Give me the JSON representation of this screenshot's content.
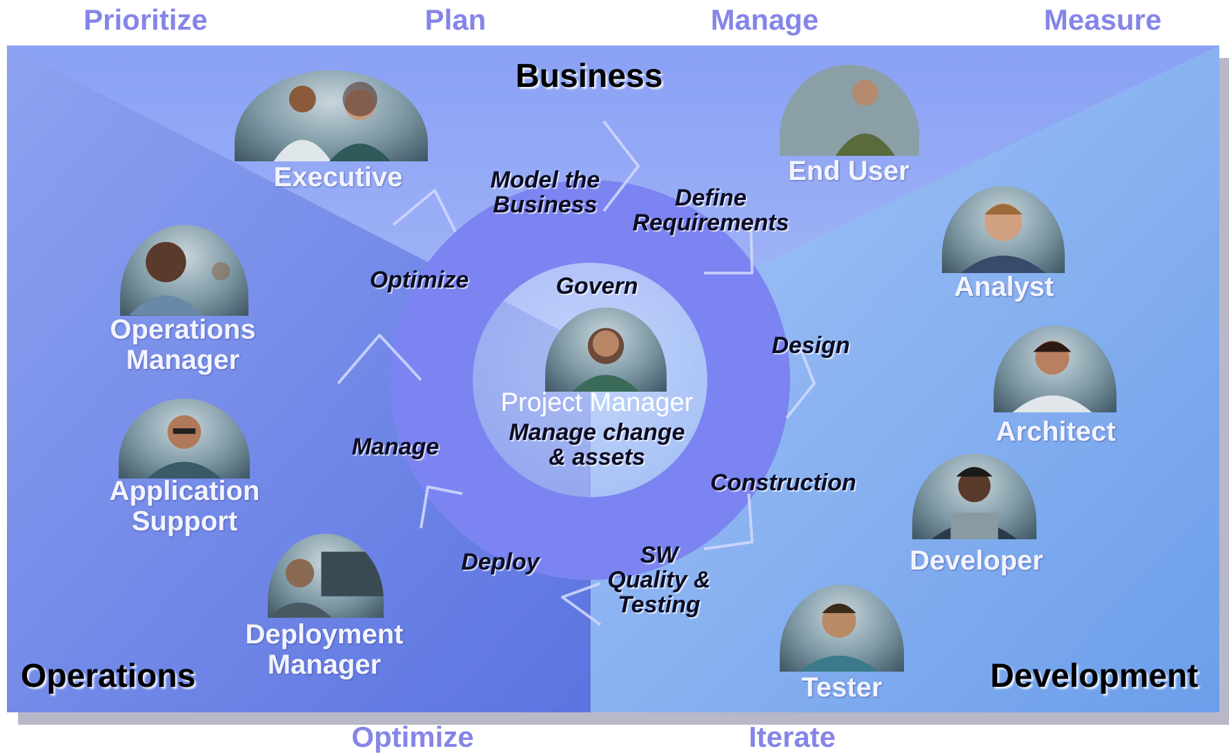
{
  "top_labels": [
    "Prioritize",
    "Plan",
    "Manage",
    "Measure"
  ],
  "bottom_labels": [
    "Optimize",
    "Iterate"
  ],
  "regions": {
    "business": "Business",
    "operations": "Operations",
    "development": "Development"
  },
  "cycle": {
    "phases": [
      {
        "lines": [
          "Model the",
          "Business"
        ]
      },
      {
        "lines": [
          "Define",
          "Requirements"
        ]
      },
      {
        "lines": [
          "Design"
        ]
      },
      {
        "lines": [
          "Construction"
        ]
      },
      {
        "lines": [
          "SW",
          "Quality &",
          "Testing"
        ]
      },
      {
        "lines": [
          "Deploy"
        ]
      },
      {
        "lines": [
          "Manage"
        ]
      },
      {
        "lines": [
          "Optimize"
        ]
      }
    ],
    "center": {
      "govern": "Govern",
      "role": "Project  Manager",
      "task_lines": [
        "Manage change",
        "& assets"
      ]
    }
  },
  "roles": {
    "business": [
      {
        "lines": [
          "Executive"
        ]
      },
      {
        "lines": [
          "End User"
        ]
      }
    ],
    "operations": [
      {
        "lines": [
          "Operations",
          "Manager"
        ]
      },
      {
        "lines": [
          "Application",
          "Support"
        ]
      },
      {
        "lines": [
          "Deployment",
          "Manager"
        ]
      }
    ],
    "development": [
      {
        "lines": [
          "Analyst"
        ]
      },
      {
        "lines": [
          "Architect"
        ]
      },
      {
        "lines": [
          "Developer"
        ]
      },
      {
        "lines": [
          "Tester"
        ]
      }
    ]
  },
  "colors": {
    "accent_label": "#8585e8",
    "ring": "#7b84f0",
    "board_top": "#8fa6f5",
    "operations_panel": "#6f86ea",
    "development_panel": "#7fb0f0"
  }
}
